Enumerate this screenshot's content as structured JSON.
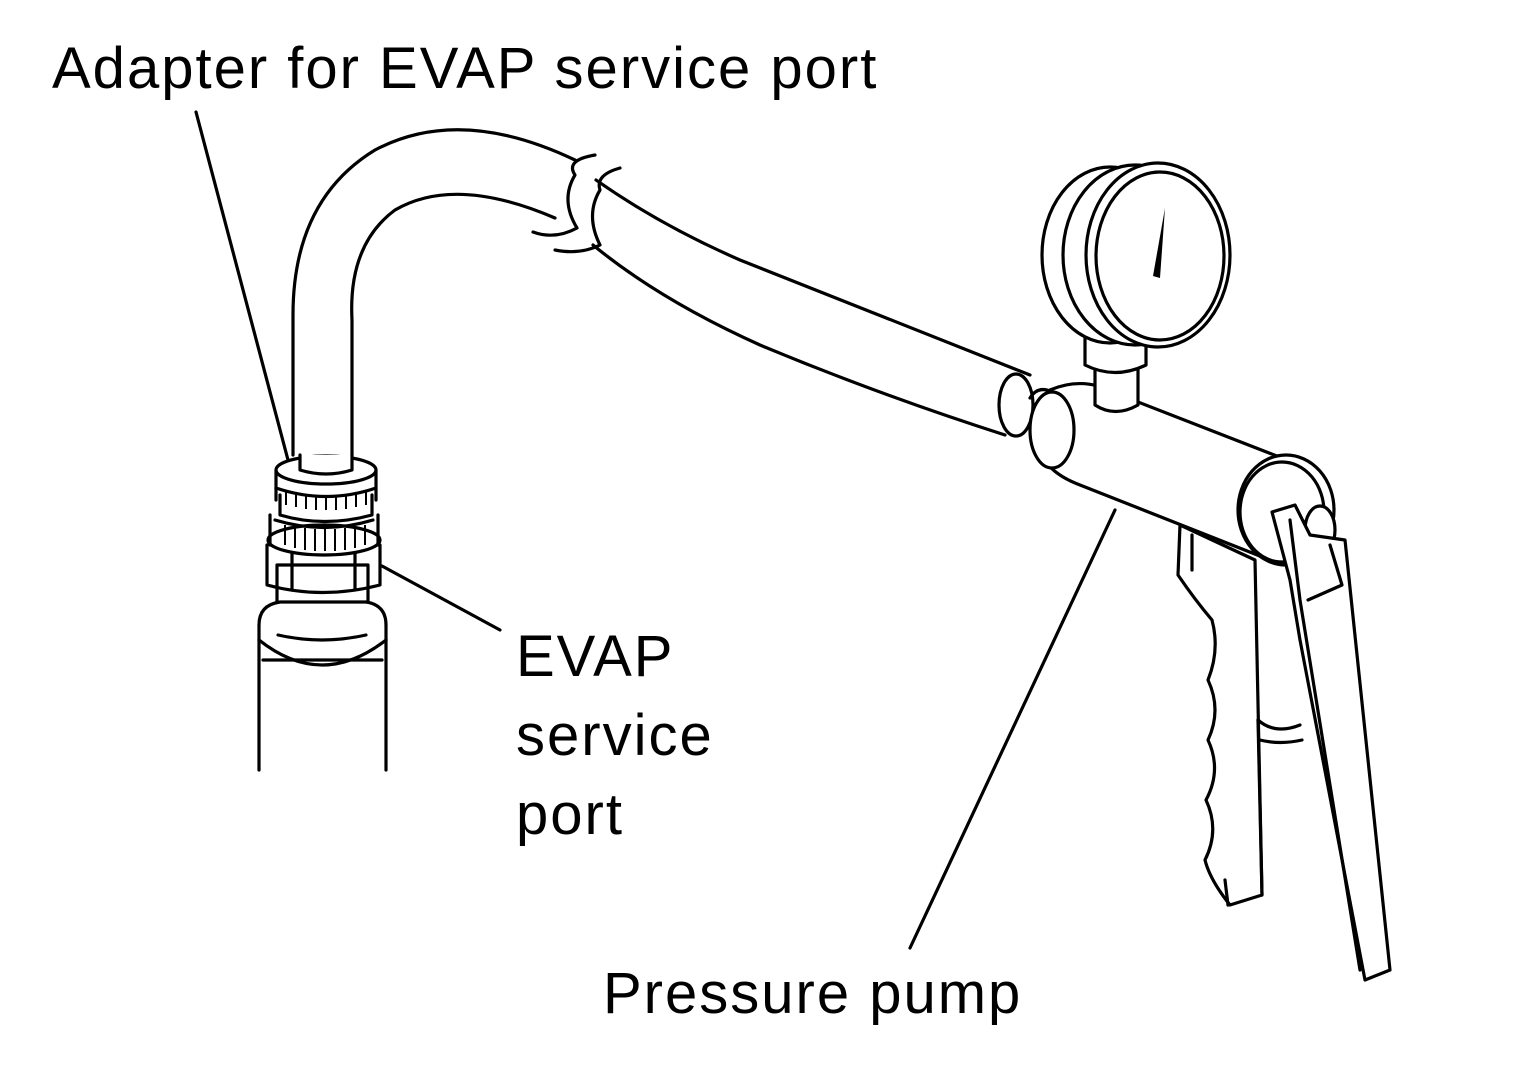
{
  "labels": {
    "adapter": "Adapter for EVAP service port",
    "evap_port_line1": "EVAP",
    "evap_port_line2": "service",
    "evap_port_line3": "port",
    "pressure_pump": "Pressure pump"
  },
  "colors": {
    "line": "#000000",
    "background": "#ffffff"
  }
}
